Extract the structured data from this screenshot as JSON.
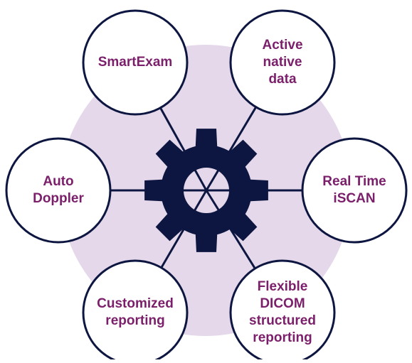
{
  "colors": {
    "background_circle": "#e4d8ea",
    "gear": "#0d1640",
    "node_stroke": "#0d1640",
    "connector": "#0d1640",
    "label_text": "#7b1f6b"
  },
  "center": {
    "icon": "gear-icon"
  },
  "nodes": [
    {
      "id": "smartexam",
      "label": "SmartExam"
    },
    {
      "id": "active-native-data",
      "label": "Active\nnative\ndata"
    },
    {
      "id": "real-time-iscan",
      "label": "Real Time\niSCAN"
    },
    {
      "id": "flexible-dicom",
      "label": "Flexible\nDICOM\nstructured\nreporting"
    },
    {
      "id": "customized-reporting",
      "label": "Customized\nreporting"
    },
    {
      "id": "auto-doppler",
      "label": "Auto\nDoppler"
    }
  ]
}
